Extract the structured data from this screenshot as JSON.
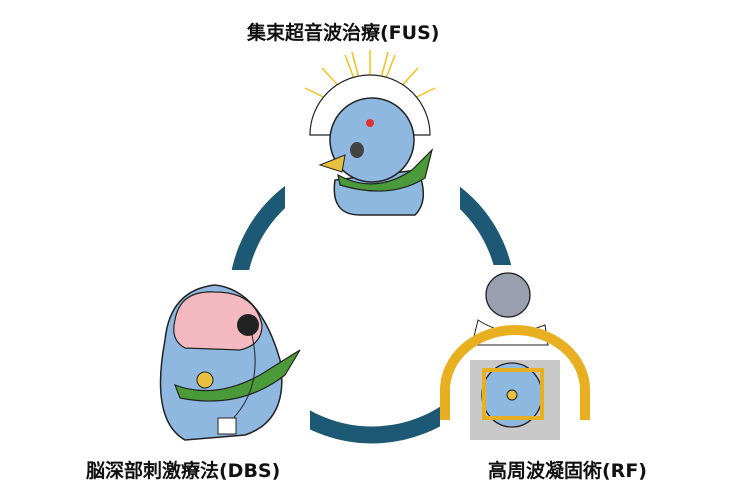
{
  "labels": {
    "fus": "集束超音波治療(FUS)",
    "dbs": "脳深部刺激療法(DBS)",
    "rf": "高周波凝固術(RF)"
  },
  "colors": {
    "ring": "#1d5874",
    "bird": "#8fb8e0",
    "scarf": "#4a9a3a",
    "brain": "#f3b8c0",
    "frame": "#e8b020",
    "rays": "#f2c21a"
  }
}
